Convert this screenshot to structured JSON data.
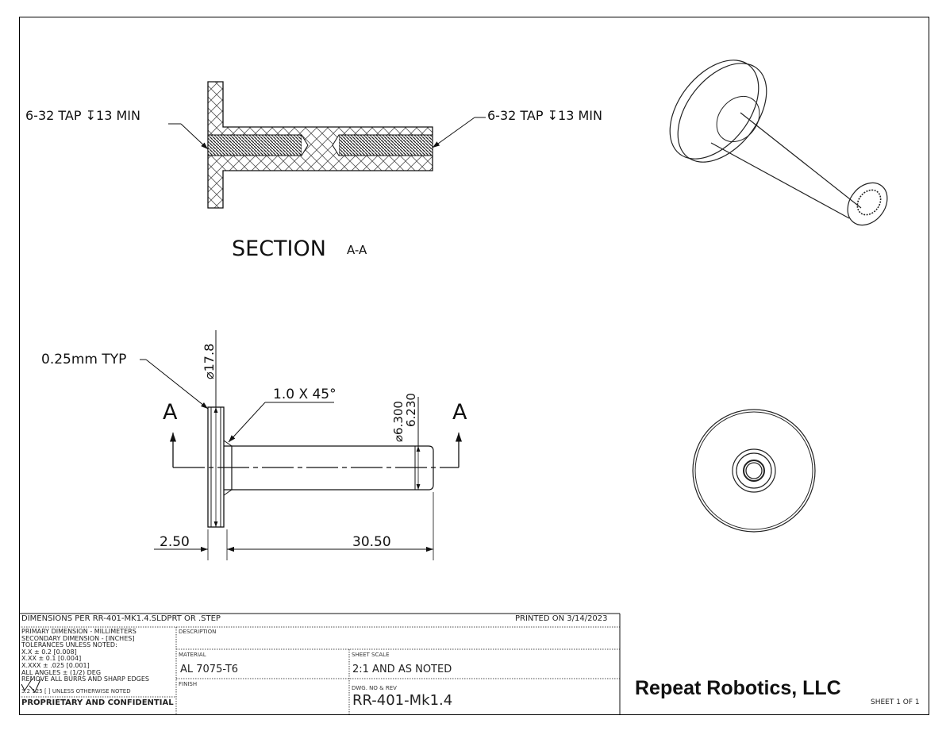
{
  "views": {
    "section": {
      "left_callout": "6-32 TAP ↧13 MIN",
      "right_callout": "6-32 TAP ↧13 MIN",
      "title_main": "SECTION",
      "title_sub": "A-A"
    },
    "front": {
      "fillet_note": "0.25mm TYP",
      "flange_dia": "⌀17.8",
      "chamfer_note": "1.0 X 45°",
      "shaft_dia_max": "⌀6.300",
      "shaft_dia_min": "6.230",
      "section_mark_left": "A",
      "section_mark_right": "A",
      "dim_flange": "2.50",
      "dim_length": "30.50"
    }
  },
  "title_block": {
    "dimensions_note": "DIMENSIONS PER RR-401-MK1.4.SLDPRT OR .STEP",
    "printed_on": "PRINTED ON 3/14/2023",
    "tolerance_lines": [
      "PRIMARY DIMENSION - MILLIMETERS",
      "SECONDARY DIMENSION - [INCHES]",
      "TOLERANCES UNLESS NOTED:",
      "X.X ± 0.2 [0.008]",
      "X.XX ± 0.1 [0.004]",
      "X.XXX ± .025 [0.001]",
      "ALL ANGLES ± (1/2) DEG",
      "REMOVE ALL BURRS AND SHARP EDGES"
    ],
    "finish_note": "3.2   125   [    ] UNLESS OTHERWISE NOTED",
    "proprietary": "PROPRIETARY AND CONFIDENTIAL",
    "description_label": "DESCRIPTION",
    "description_value": "",
    "material_label": "MATERIAL",
    "material_value": "AL 7075-T6",
    "scale_label": "SHEET SCALE",
    "scale_value": "2:1 AND AS NOTED",
    "finish_label": "FINISH",
    "finish_value": "",
    "dwg_label": "DWG. NO & REV",
    "dwg_value": "RR-401-Mk1.4",
    "company": "Repeat Robotics, LLC",
    "sheet": "SHEET 1 OF 1"
  }
}
